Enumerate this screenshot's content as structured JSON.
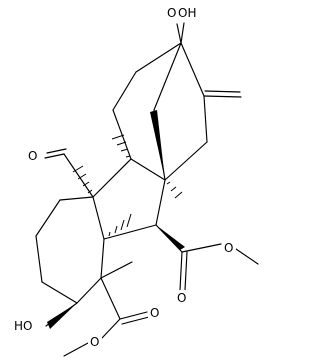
{
  "structure": {
    "labels": {
      "oh_top": "OH",
      "o_bridge": "O",
      "o_aldehyde": "O",
      "oh_left": "HO",
      "o_ester_right_carbonyl": "O",
      "o_ester_right_ether": "O",
      "o_ester_left_carbonyl": "O",
      "o_ester_left_ether": "O"
    },
    "colors": {
      "ink": "#000000",
      "background": "#ffffff"
    }
  }
}
